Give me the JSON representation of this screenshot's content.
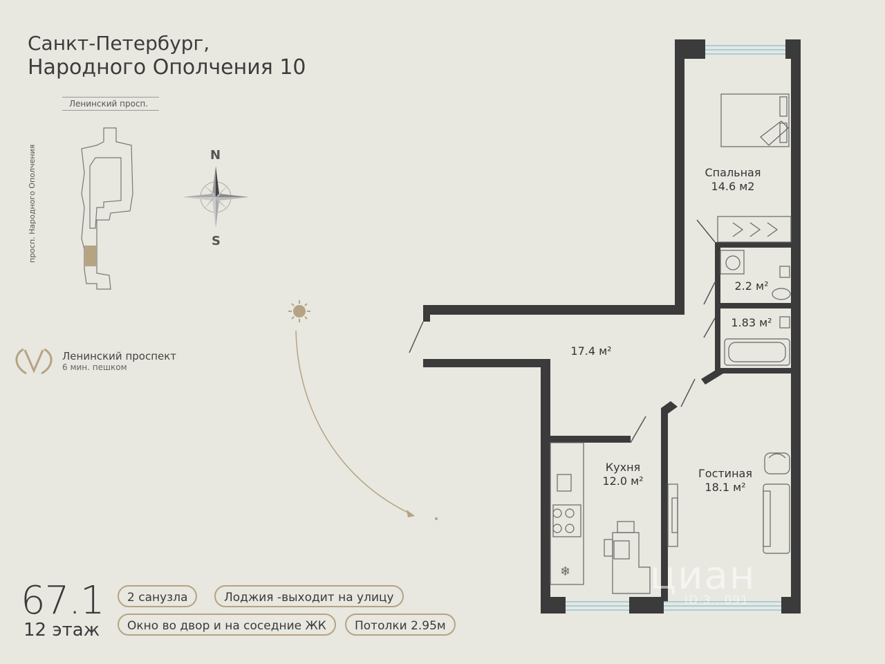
{
  "header": {
    "city": "Санкт-Петербург,",
    "address": "Народного Ополчения 10"
  },
  "site_plan": {
    "street_top": "Ленинский просп.",
    "street_side": "просп. Народного Ополчения"
  },
  "compass": {
    "north": "N",
    "south": "S"
  },
  "metro": {
    "station": "Ленинский проспект",
    "walk_time": "6 мин. пешком"
  },
  "apartment": {
    "area": "67.1",
    "floor": "12 этаж"
  },
  "tags": [
    "2 санузла",
    "Лоджия -выходит на улицу",
    "Окно во двор и на соседние  ЖК",
    "Потолки 2.95м"
  ],
  "rooms": {
    "bedroom": {
      "name": "Спальная",
      "area": "14.6 м2"
    },
    "bath1": {
      "area": "2.2 м²"
    },
    "bath2": {
      "area": "1.83 м²"
    },
    "hall": {
      "area": "17.4 м²"
    },
    "kitchen": {
      "name": "Кухня",
      "area": "12.0 м²"
    },
    "living": {
      "name": "Гостиная",
      "area": "18.1 м²"
    }
  },
  "watermark": {
    "brand": "циан",
    "id": "ID 3...091"
  },
  "colors": {
    "background": "#e8e7e0",
    "wall": "#3b3b3b",
    "accent": "#b5a383",
    "window": "#8fc6d8"
  }
}
